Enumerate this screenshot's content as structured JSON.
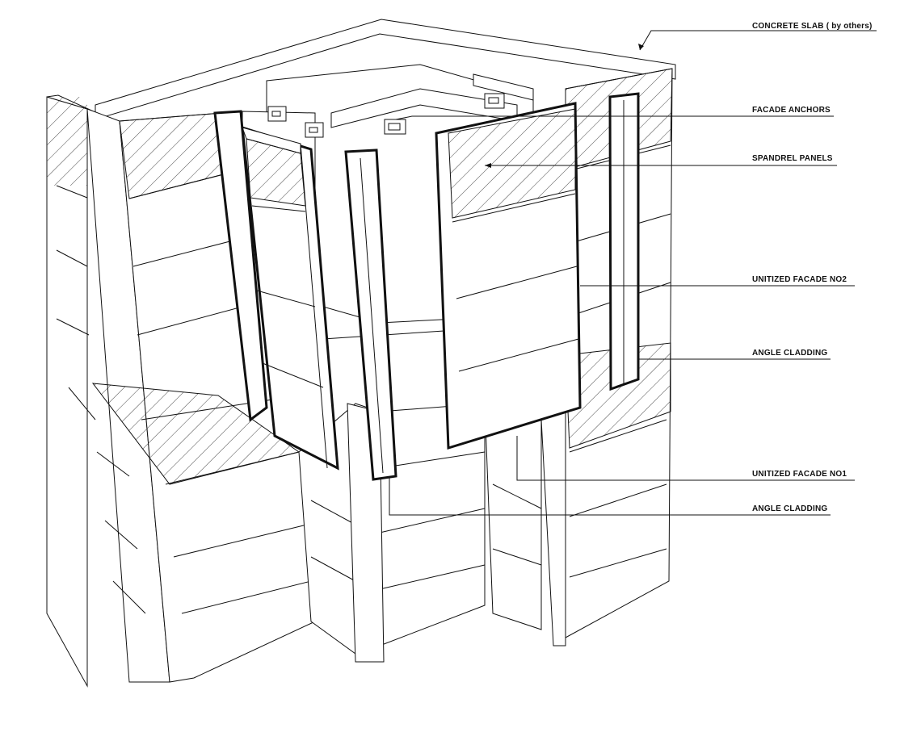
{
  "labels": {
    "concrete_slab": "CONCRETE SLAB ( by others)",
    "facade_anchors": "FACADE ANCHORS",
    "spandrel_panels": "SPANDREL PANELS",
    "unitized_facade_no2": "UNITIZED  FACADE  NO2",
    "angle_cladding_upper": "ANGLE CLADDING",
    "unitized_facade_no1": "UNITIZED  FACADE  NO1",
    "angle_cladding_lower": "ANGLE CLADDING"
  },
  "colors": {
    "line": "#111111",
    "hatch": "#333333",
    "background": "#ffffff"
  }
}
